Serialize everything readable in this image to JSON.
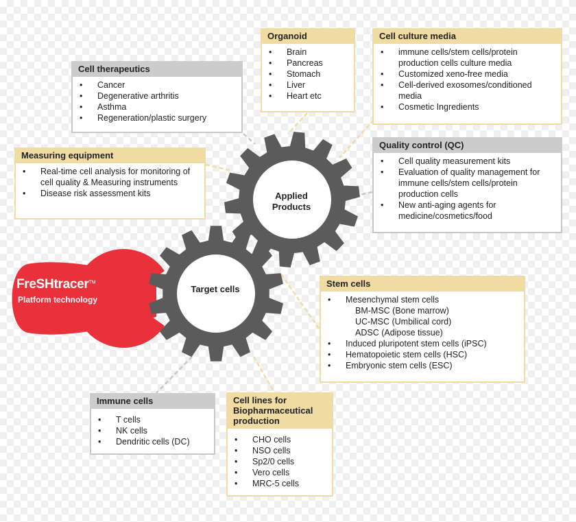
{
  "colors": {
    "gear": "#5b5b5b",
    "gear_hole": "#ffffff",
    "brand_red": "#e8313b",
    "gold_header": "#f0dba2",
    "gray_header": "#cccccc",
    "connector": "#d9d9d9"
  },
  "brand": {
    "name": "FreSHtracer",
    "tm": "TM",
    "subtitle": "Platform technology"
  },
  "gears": {
    "applied": "Applied Products",
    "target": "Target cells"
  },
  "boxes": {
    "organoid": {
      "title": "Organoid",
      "items": [
        "Brain",
        "Pancreas",
        "Stomach",
        "Liver",
        "Heart etc"
      ]
    },
    "cell_culture_media": {
      "title": "Cell culture media",
      "items": [
        "immune cells/stem cells/protein production cells culture media",
        "Customized xeno-free media",
        "Cell-derived exosomes/conditioned media",
        "Cosmetic Ingredients"
      ]
    },
    "cell_therapeutics": {
      "title": "Cell therapeutics",
      "items": [
        "Cancer",
        "Degenerative arthritis",
        "Asthma",
        "Regeneration/plastic surgery"
      ]
    },
    "measuring_equipment": {
      "title": "Measuring equipment",
      "items": [
        "Real-time cell analysis for monitoring of cell quality & Measuring instruments",
        "Disease risk assessment kits"
      ]
    },
    "quality_control": {
      "title": "Quality control (QC)",
      "items": [
        "Cell quality measurement kits",
        "Evaluation of quality management for immune cells/stem cells/protein production cells",
        "New anti-aging agents for medicine/cosmetics/food"
      ]
    },
    "stem_cells": {
      "title": "Stem cells",
      "items": [
        "Mesenchymal stem cells",
        "BM-MSC (Bone marrow)",
        "UC-MSC (Umbilical cord)",
        "ADSC (Adipose tissue)",
        "Induced pluripotent stem cells (iPSC)",
        "Hematopoietic stem cells (HSC)",
        "Embryonic stem cells (ESC)"
      ]
    },
    "immune_cells": {
      "title": "Immune cells",
      "items": [
        "T cells",
        "NK cells",
        "Dendritic cells (DC)"
      ]
    },
    "cell_lines": {
      "title": "Cell lines for Biopharmaceutical production",
      "items": [
        "CHO cells",
        "NSO cells",
        "Sp2/0 cells",
        "Vero cells",
        "MRC-5 cells"
      ]
    }
  }
}
